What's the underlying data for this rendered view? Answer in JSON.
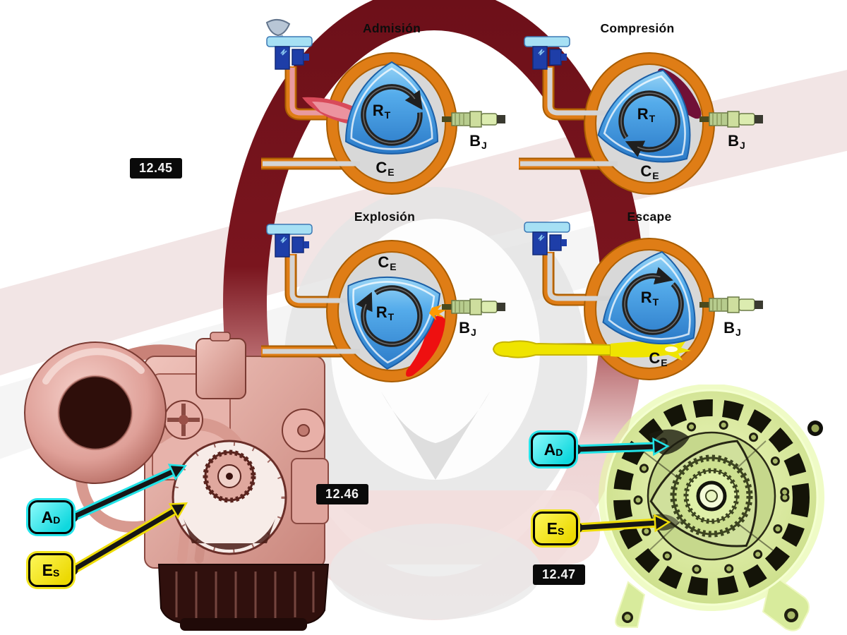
{
  "diagrams": [
    {
      "title": "Admisión",
      "rotor_main": "R",
      "rotor_sub": "T",
      "plug_main": "B",
      "plug_sub": "J",
      "chamber_main": "C",
      "chamber_sub": "E"
    },
    {
      "title": "Compresión",
      "rotor_main": "R",
      "rotor_sub": "T",
      "plug_main": "B",
      "plug_sub": "J",
      "chamber_main": "C",
      "chamber_sub": "E"
    },
    {
      "title": "Explosión",
      "rotor_main": "R",
      "rotor_sub": "T",
      "plug_main": "B",
      "plug_sub": "J",
      "chamber_main": "C",
      "chamber_sub": "E"
    },
    {
      "title": "Escape",
      "rotor_main": "R",
      "rotor_sub": "T",
      "plug_main": "B",
      "plug_sub": "J",
      "chamber_main": "C",
      "chamber_sub": "E"
    }
  ],
  "figures": {
    "cycle_diagram": "12.45",
    "engine_cutaway": "12.46",
    "rotor_housing": "12.47"
  },
  "callouts": {
    "intake_main": "A",
    "intake_sub": "D",
    "exhaust_main": "E",
    "exhaust_sub": "S"
  },
  "colors": {
    "housing_orange": "#D2720E",
    "rotor_blue": "#3E8FD8",
    "chamber_gray": "#D8D8D8",
    "intake_label_cyan": "#19E8EC",
    "exhaust_label_yellow": "#F2E603",
    "combustion_red": "#EE1010",
    "compressed_charge_maroon": "#701037",
    "exhaust_gas_yellow": "#EFE400",
    "watermark_maroon": "#6D1019",
    "figure_tag_bg": "#0A0A0A"
  }
}
